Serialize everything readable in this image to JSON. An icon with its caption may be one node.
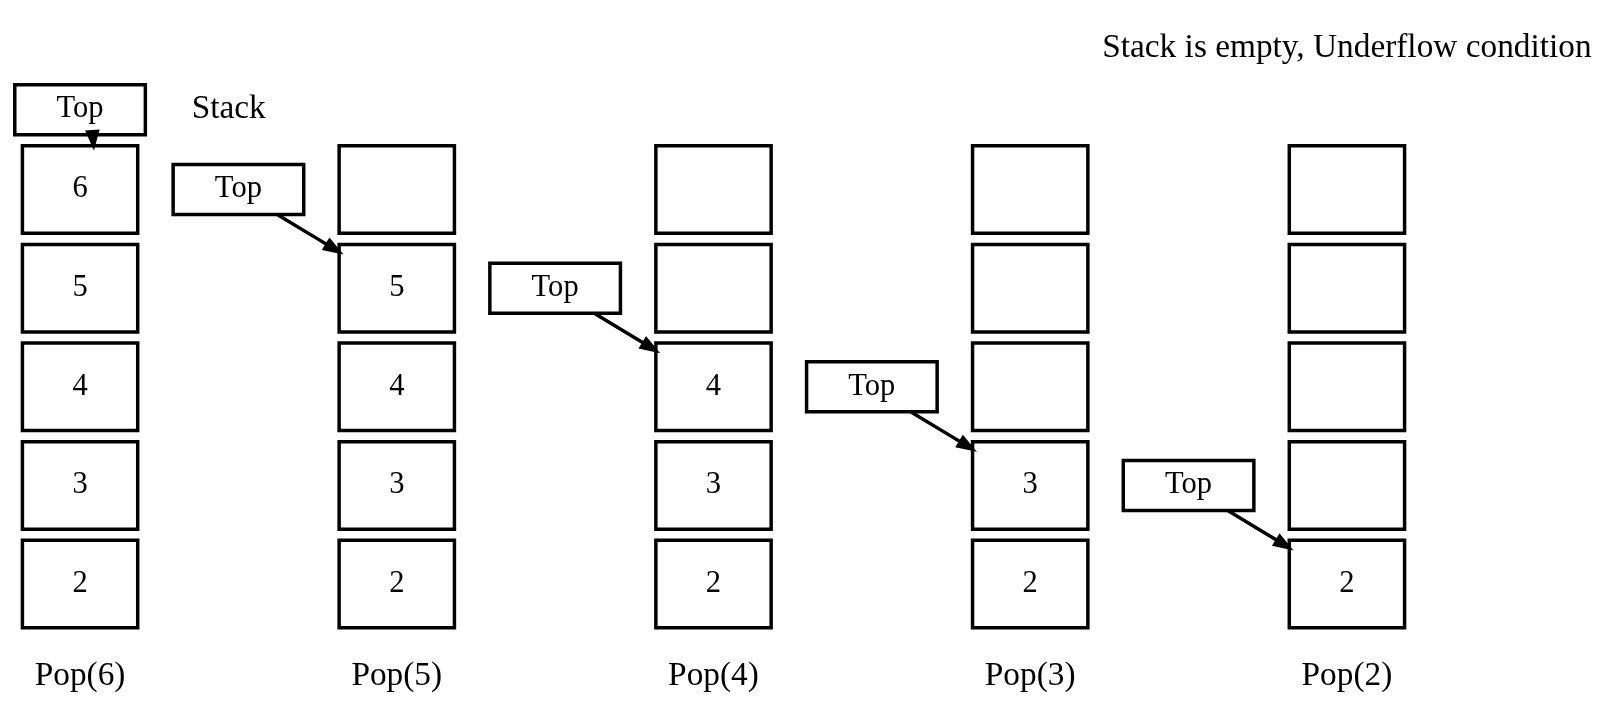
{
  "diagram": {
    "nodes": [
      {
        "text": [
          "Top"
        ]
      },
      {
        "text": [
          "6"
        ]
      },
      {
        "text": [
          "5"
        ]
      },
      {
        "text": [
          "4"
        ]
      },
      {
        "text": [
          "3"
        ]
      },
      {
        "text": [
          "2"
        ]
      },
      {
        "text": [
          "Top"
        ]
      },
      {
        "text": [],
        "shape": "box"
      },
      {
        "text": [
          "5"
        ]
      },
      {
        "text": [
          "4"
        ]
      },
      {
        "text": [
          "3"
        ]
      },
      {
        "text": [
          "2"
        ]
      },
      {
        "text": [
          "Top"
        ]
      },
      {
        "text": [],
        "shape": "box"
      },
      {
        "text": [],
        "shape": "box"
      },
      {
        "text": [
          "4"
        ]
      },
      {
        "text": [
          "3"
        ]
      },
      {
        "text": [
          "2"
        ]
      },
      {
        "text": [
          "Top"
        ]
      },
      {
        "text": [],
        "shape": "box"
      },
      {
        "text": [],
        "shape": "box"
      },
      {
        "text": [],
        "shape": "box"
      },
      {
        "text": [
          "3"
        ]
      },
      {
        "text": [
          "2"
        ]
      },
      {
        "text": [
          "Top"
        ]
      },
      {
        "text": [],
        "shape": "box"
      },
      {
        "text": [],
        "shape": "box"
      },
      {
        "text": [],
        "shape": "box"
      },
      {
        "text": [],
        "shape": "box"
      },
      {
        "text": [
          "2"
        ]
      }
    ],
    "edges": [
      {
        "from": 0,
        "to": 1,
        "arrow": "to"
      },
      {
        "from": 6,
        "to": 8,
        "arrow": "to"
      },
      {
        "from": 12,
        "to": 15,
        "arrow": "to"
      },
      {
        "from": 18,
        "to": 22,
        "arrow": "to"
      },
      {
        "from": 24,
        "to": 29,
        "arrow": "to"
      }
    ],
    "labels": [
      "Stack is empty, Underflow condition",
      "Stack",
      "Pop(6)",
      "Pop(5)",
      "Pop(4)",
      "Pop(3)",
      "Pop(2)"
    ]
  }
}
